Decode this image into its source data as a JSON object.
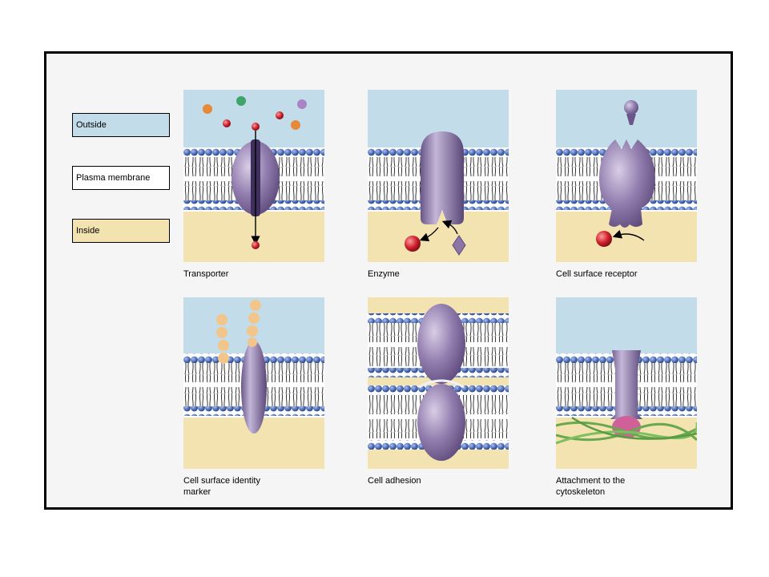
{
  "legend": {
    "outside": "Outside",
    "membrane": "Plasma membrane",
    "inside": "Inside"
  },
  "panels": {
    "transporter": "Transporter",
    "enzyme": "Enzyme",
    "receptor": "Cell surface receptor",
    "identity_line1": "Cell surface identity",
    "identity_line2": "marker",
    "adhesion": "Cell adhesion",
    "attachment_line1": "Attachment to the",
    "attachment_line2": "cytoskeleton"
  },
  "colors": {
    "outside": "#c3dcea",
    "membrane": "#ffffff",
    "inside": "#f2e3b1",
    "lipid_head": "#4f6fb8",
    "protein": "#8c76a8",
    "molecule_red": "#cc1f2a",
    "sugar": "#f2c58a",
    "filament": "#6aa84f",
    "anchor": "#d0609a"
  }
}
